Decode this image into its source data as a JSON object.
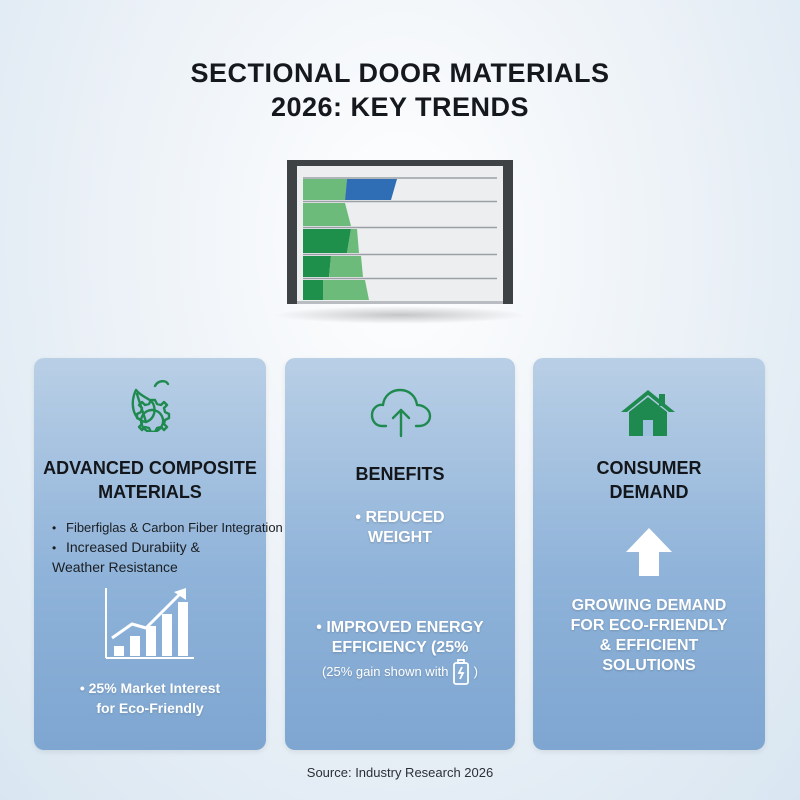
{
  "title": {
    "line1": "SECTIONAL DOOR MATERIALS",
    "line2": "2026: KEY TRENDS"
  },
  "door_illustration": {
    "icon": "sectional-door-icon",
    "colors": {
      "frame": "#3f4245",
      "panel": "#eceef0",
      "green_light": "#6dbb7a",
      "green_dark": "#1f8f4c",
      "blue": "#2f6db5"
    }
  },
  "cards": {
    "composites": {
      "icon": "leaf-gear-icon",
      "heading_line1": "ADVANCED COMPOSITE",
      "heading_line2": "MATERIALS",
      "bullet1": "Fiberfiglas & Carbon Fiber Integration",
      "bullet2_line1": "Increased Durabiity &",
      "bullet2_line2": "Weather Resistance",
      "chart_icon": "bar-chart-growth-icon",
      "stat_line1": "25% Market Interest",
      "stat_line2": "for Eco-Friendly"
    },
    "benefits": {
      "icon": "cloud-upload-icon",
      "heading": "BENEFITS",
      "point1_line1": "REDUCED",
      "point1_line2": "WEIGHT",
      "point2_line1": "IMPROVED ENERGY",
      "point2_line2": "EFFICIENCY (25%",
      "point2_line3": "(25% gain shown with",
      "battery_icon": "battery-charging-icon"
    },
    "demand": {
      "icon": "house-icon",
      "heading_line1": "CONSUMER",
      "heading_line2": "DEMAND",
      "arrow_icon": "arrow-up-icon",
      "text_line1": "GROWING DEMAND",
      "text_line2": "FOR ECO-FRIENDLY",
      "text_line3": "& EFFICIENT",
      "text_line4": "SOLUTIONS"
    }
  },
  "source": "Source: Industry Research 2026",
  "accent_colors": {
    "icon_green": "#1f8a4f",
    "card_blue": "#8fb3d9"
  }
}
